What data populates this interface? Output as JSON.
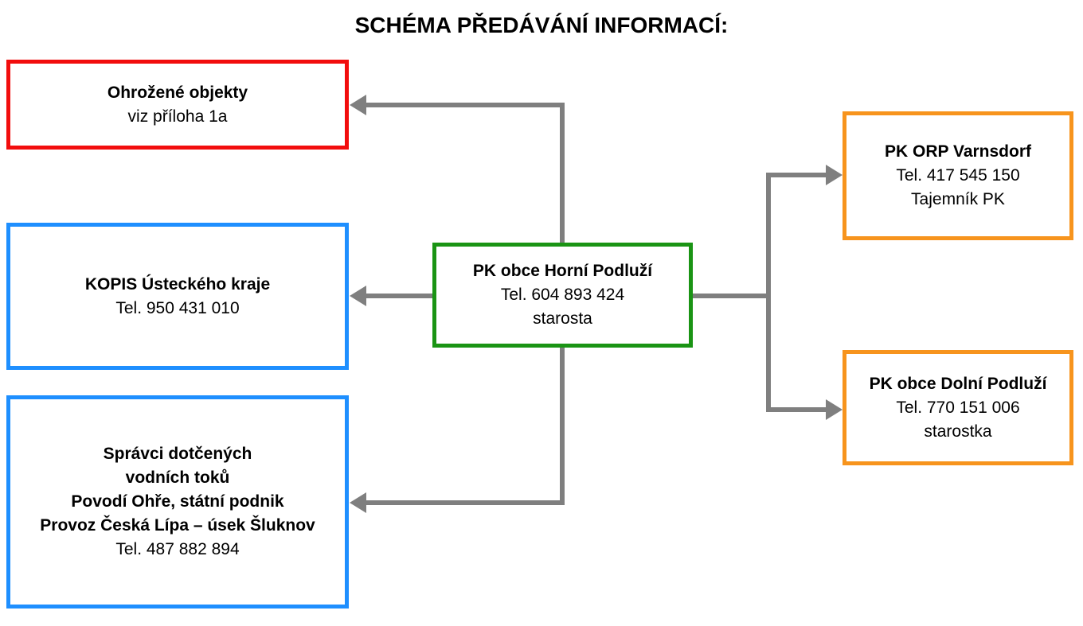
{
  "title": "SCHÉMA PŘEDÁVÁNÍ INFORMACÍ:",
  "colors": {
    "red": "#f20d0d",
    "blue": "#1e8fff",
    "green": "#1a9414",
    "orange": "#f7941d",
    "arrow": "#7f7f7f"
  },
  "boxes": {
    "ohrozene_objekty": {
      "title": "Ohrožené objekty",
      "subtitle": "viz příloha 1a"
    },
    "kopis": {
      "title": "KOPIS Ústeckého kraje",
      "phone": "Tel. 950 431 010"
    },
    "spravci": {
      "bold_lines": [
        "Správci dotčených",
        "vodních toků",
        "Povodí Ohře, státní podnik",
        "Provoz Česká Lípa – úsek Šluknov"
      ],
      "phone": "Tel. 487 882 894"
    },
    "pk_horni_podluzi": {
      "title": "PK obce Horní Podluží",
      "phone": "Tel. 604 893 424",
      "role": "starosta"
    },
    "pk_orp_varnsdorf": {
      "title": "PK ORP Varnsdorf",
      "phone": "Tel. 417 545 150",
      "role": "Tajemník PK"
    },
    "pk_dolni_podluzi": {
      "title": "PK obce Dolní Podluží",
      "phone": "Tel. 770 151 006",
      "role": "starostka"
    }
  }
}
